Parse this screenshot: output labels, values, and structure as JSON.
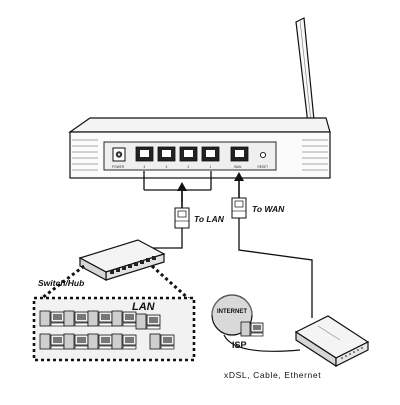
{
  "router": {
    "power_label": "POWER",
    "lan_port_numbers": [
      "4",
      "3",
      "2",
      "1"
    ],
    "wan_label": "WAN",
    "reset_label": "RESET"
  },
  "labels": {
    "to_lan": "To LAN",
    "to_wan": "To WAN",
    "switch_hub": "Switch/Hub",
    "lan": "LAN",
    "internet": "INTERNET",
    "isp": "ISP",
    "modem_types": "xDSL, Cable, Ethernet"
  },
  "lan_computer_count": 10,
  "colors": {
    "line": "#111111",
    "panel": "#f2f2f2"
  }
}
